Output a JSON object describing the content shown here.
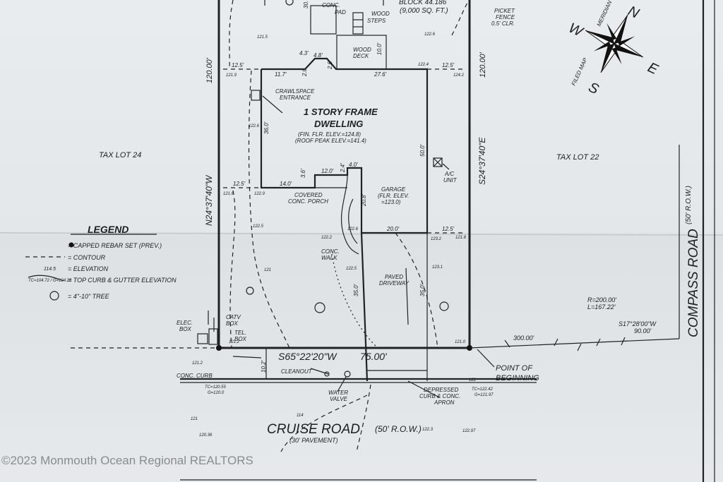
{
  "plot": {
    "lot_area": "(9,000 SQ. FT.)",
    "block_label": "BLOCK 44.186",
    "dwelling_title_1": "1 STORY FRAME",
    "dwelling_title_2": "DWELLING",
    "fin_flr": "(FIN. FLR. ELEV.=124.8)",
    "roof_peak": "(ROOF PEAK ELEV.=141.4)",
    "crawl_space_1": "CRAWLSPACE",
    "crawl_space_2": "ENTRANCE",
    "conc_pad_1": "CONC.",
    "conc_pad_2": "PAD",
    "wood_steps_1": "WOOD",
    "wood_steps_2": "STEPS",
    "wood_deck_1": "WOOD",
    "wood_deck_2": "DECK",
    "covered_porch_1": "COVERED",
    "covered_porch_2": "CONC. PORCH",
    "garage_1": "GARAGE",
    "garage_2": "(FLR. ELEV.",
    "garage_3": "=123.0)",
    "ac_unit_1": "A/C",
    "ac_unit_2": "UNIT",
    "conc_walk_1": "CONC.",
    "conc_walk_2": "WALK",
    "paved_drive_1": "PAVED",
    "paved_drive_2": "DRIVEWAY",
    "picket_fence_1": "PICKET",
    "picket_fence_2": "FENCE",
    "picket_fence_3": "0.5' CLR.",
    "tax_lot_left": "TAX LOT 24",
    "tax_lot_right": "TAX LOT 22",
    "bearing_left": "N24°37'40\"W",
    "bearing_right": "S24°37'40\"E",
    "bearing_bottom": "S65°22'20\"W",
    "len_left": "120.00'",
    "len_right": "120.00'",
    "len_bottom": "75.00'",
    "dims": {
      "d30": "30.",
      "d12_5a": "12.5'",
      "d11_7": "11.7'",
      "d4_3": "4.3'",
      "d4_8": "4.8'",
      "d2_0": "2.0",
      "d2_6": "2.6'",
      "d27_6": "27.6'",
      "d12_5b": "12.5'",
      "d10_0": "10.0'",
      "d36_0": "36.0'",
      "d50_0": "50.0'",
      "d12_5c": "12.5'",
      "d14_0": "14.0'",
      "d3_6": "3.6'",
      "d12_0": "12.0'",
      "d2_4": "2.4'",
      "d4_0": "4.0'",
      "d20_8": "20.8'",
      "d20_0": "20.0'",
      "d12_5d": "12.5'",
      "d35_0a": "35.0'",
      "d35_0b": "35.0'",
      "d10_2": "10.2'"
    },
    "elev": {
      "e1": "121.5",
      "e2": "122.6",
      "e3": "122.4",
      "e4": "124.2",
      "e5": "121.9",
      "e6": "122.6",
      "e7": "122.9",
      "e8": "121.6",
      "e9": "122.5",
      "e10": "122.2",
      "e11": "122.6",
      "e12": "123.2",
      "e13": "122.5",
      "e14": "123.1",
      "e15": "121.8",
      "e16": "121.2",
      "e17": "121.0",
      "e18": "122",
      "e19": "120.36",
      "e20": "121",
      "e21": "122.97",
      "e22": "122.3",
      "e23": "121.2",
      "e24": "121",
      "e25": "114"
    }
  },
  "legend": {
    "title": "LEGEND",
    "items": [
      {
        "symbol": "●",
        "text": "= CAPPED REBAR SET (PREV.)"
      },
      {
        "symbol": "---114---",
        "text": "= CONTOUR"
      },
      {
        "symbol": "114.5",
        "text": "= ELEVATION"
      },
      {
        "symbol": "TC=104.72 / G=104.26",
        "text": "= TOP CURB & GUTTER ELEVATION"
      },
      {
        "symbol": "tree",
        "text": "= 4\"-10\" TREE"
      }
    ]
  },
  "road": {
    "cruise_road": "CRUISE ROAD",
    "cruise_row": "(50' R.O.W.)",
    "pavement": "(30' PAVEMENT)",
    "compass_road": "COMPASS ROAD",
    "compass_row": "(50' R.O.W.)",
    "conc_curb": "CONC. CURB",
    "cleanout": "CLEANOUT",
    "water_valve_1": "WATER",
    "water_valve_2": "VALVE",
    "depressed_1": "DEPRESSED",
    "depressed_2": "CURB & CONC.",
    "depressed_3": "APRON",
    "tc_left_1": "TC=120.55",
    "tc_left_2": "G=120.0",
    "tc_right_1": "TC=122.42",
    "tc_right_2": "G=121.97",
    "elec_box_1": "ELEC.",
    "elec_box_2": "BOX",
    "catv_box_1": "CATV",
    "catv_box_2": "BOX",
    "tel_box_1": "TEL.",
    "tel_box_2": "BOX",
    "point_1": "POINT OF",
    "point_2": "BEGINNING",
    "dist_300": "300.00'",
    "curve_r": "R=200.00'",
    "curve_l": "L=167.22'",
    "bearing_s17": "S17°28'00\"W",
    "dist_90": "90.00'"
  },
  "compass": {
    "n": "N",
    "s": "S",
    "e": "E",
    "w": "W",
    "filed": "FILED MAP",
    "meridian": "MERIDIAN"
  },
  "watermark": "©2023 Monmouth Ocean Regional REALTORS"
}
